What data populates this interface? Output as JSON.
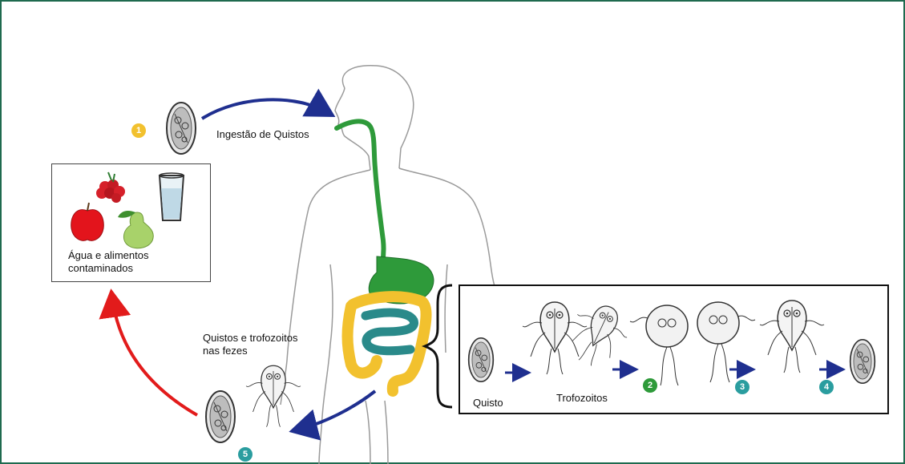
{
  "labels": {
    "ingestion": "Ingestão de Quistos",
    "food_water_line1": "Água e alimentos",
    "food_water_line2": "contaminados",
    "feces_line1": "Quistos e trofozoitos",
    "feces_line2": "nas fezes",
    "cyst": "Quisto",
    "trophozoites": "Trofozoitos"
  },
  "steps": [
    {
      "number": "1",
      "color": "#f2c12e"
    },
    {
      "number": "2",
      "color": "#2e9a3a"
    },
    {
      "number": "3",
      "color": "#2a9d9f"
    },
    {
      "number": "4",
      "color": "#2a9d9f"
    },
    {
      "number": "5",
      "color": "#2a9d9f"
    }
  ],
  "colors": {
    "frame": "#1f6a4f",
    "ingestion_arrow": "#1f2f8f",
    "return_arrow": "#e21b1b",
    "digestive_upper": "#2e9a3a",
    "small_intestine": "#2a8a8a",
    "large_intestine": "#f2c12e"
  },
  "icons": [
    "cyst-icon",
    "trophozoite-icon",
    "apple-icon",
    "pear-icon",
    "raspberry-icon",
    "water-glass-icon",
    "human-silhouette-icon"
  ]
}
